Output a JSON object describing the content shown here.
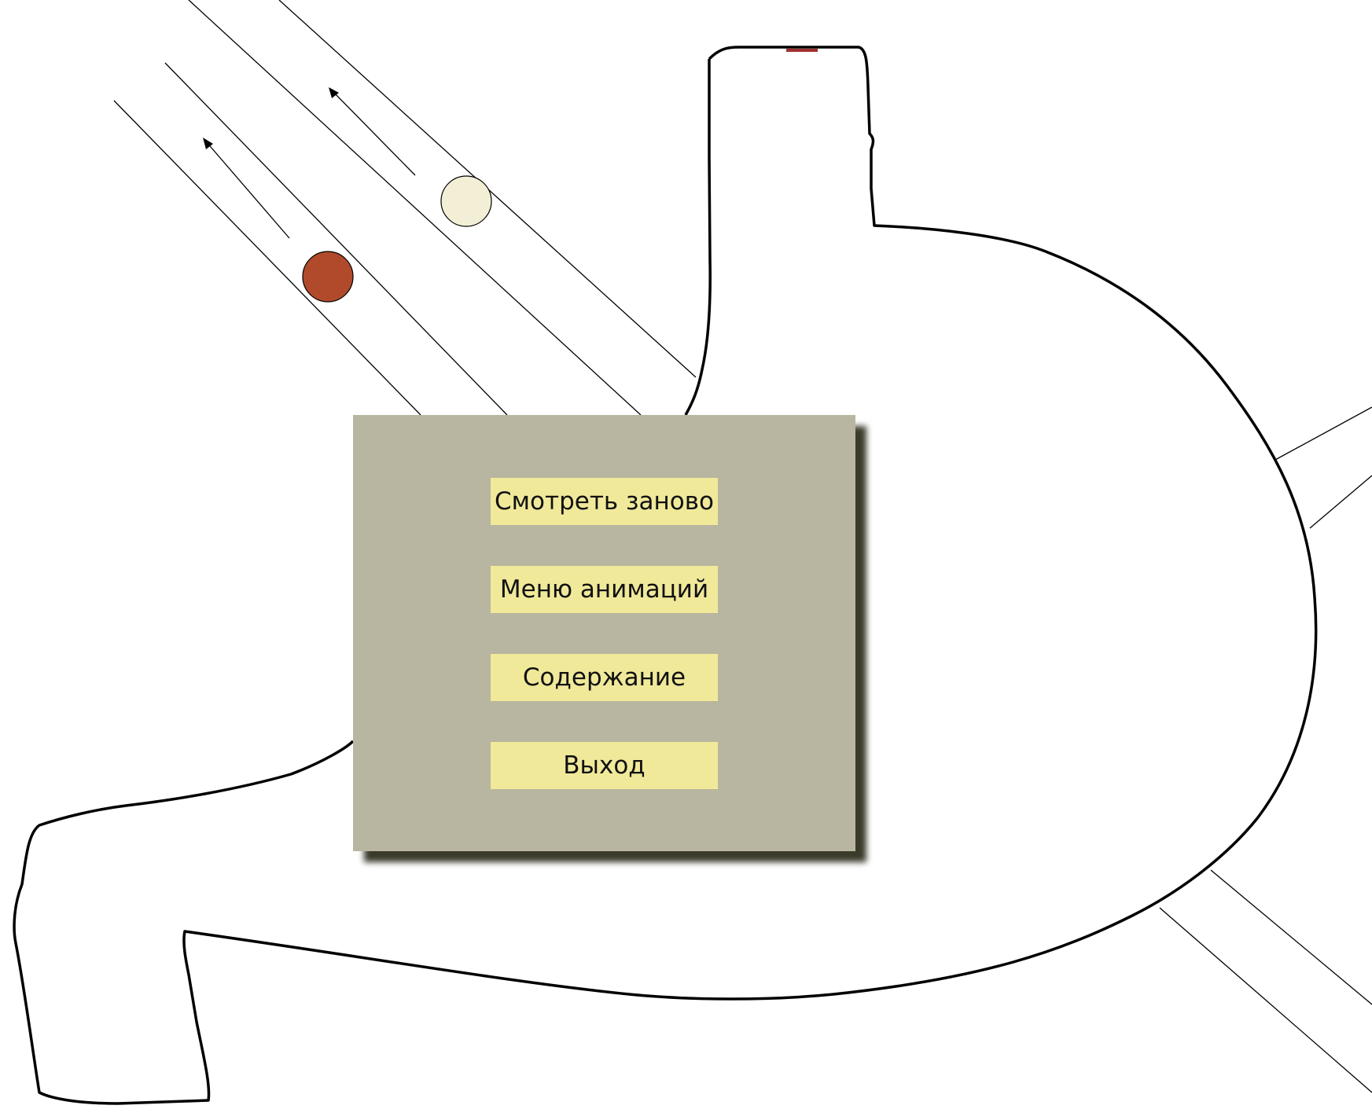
{
  "colors": {
    "panel_bg": "#b8b6a0",
    "button_bg": "#f0e99a",
    "red_ball": "#b04a2a",
    "cream_ball": "#f2efd6",
    "outline": "#000000"
  },
  "menu": {
    "buttons": [
      {
        "label": "Смотреть заново",
        "icon": null
      },
      {
        "label": "Меню анимаций",
        "icon": null
      },
      {
        "label": "Содержание",
        "icon": null
      },
      {
        "label": "Выход",
        "icon": null
      }
    ]
  }
}
